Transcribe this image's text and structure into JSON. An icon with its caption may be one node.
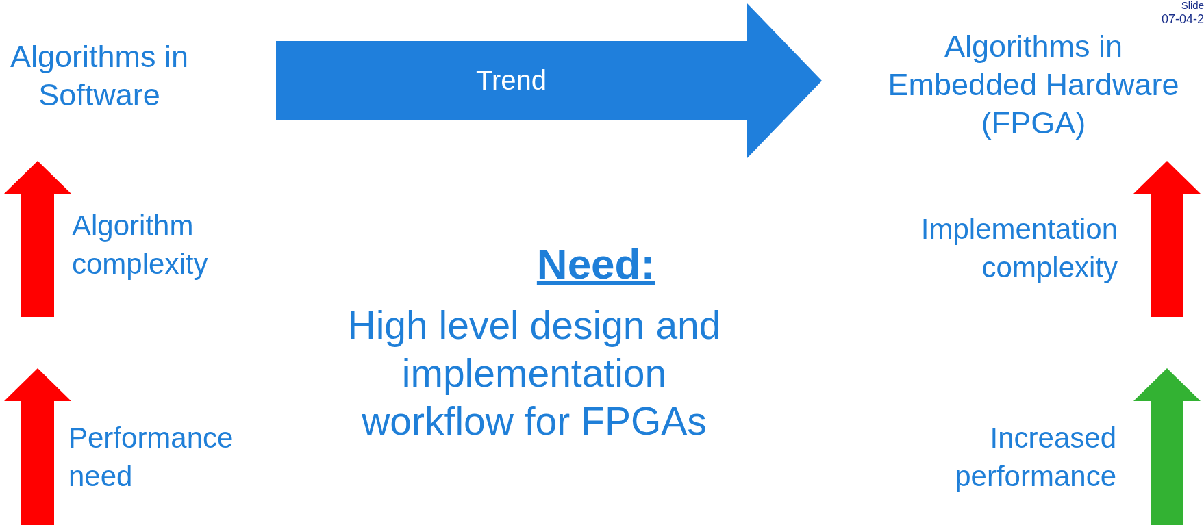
{
  "diagram": {
    "nodes": [
      {
        "text": [
          "Algorithms in Software"
        ]
      },
      {
        "text": [
          "Algorithms in Embedded Hardware (FPGA)"
        ]
      }
    ],
    "edges": [
      {
        "from": 0,
        "to": 1,
        "arrow": "to",
        "label": "Trend",
        "style": "thick"
      }
    ],
    "labels": [
      "Slide",
      "07-04-2",
      "Algorithm complexity",
      "Need:",
      "High level design and implementation workflow for FPGAs",
      "Implementation complexity",
      "Performance need",
      "Increased performance"
    ]
  }
}
